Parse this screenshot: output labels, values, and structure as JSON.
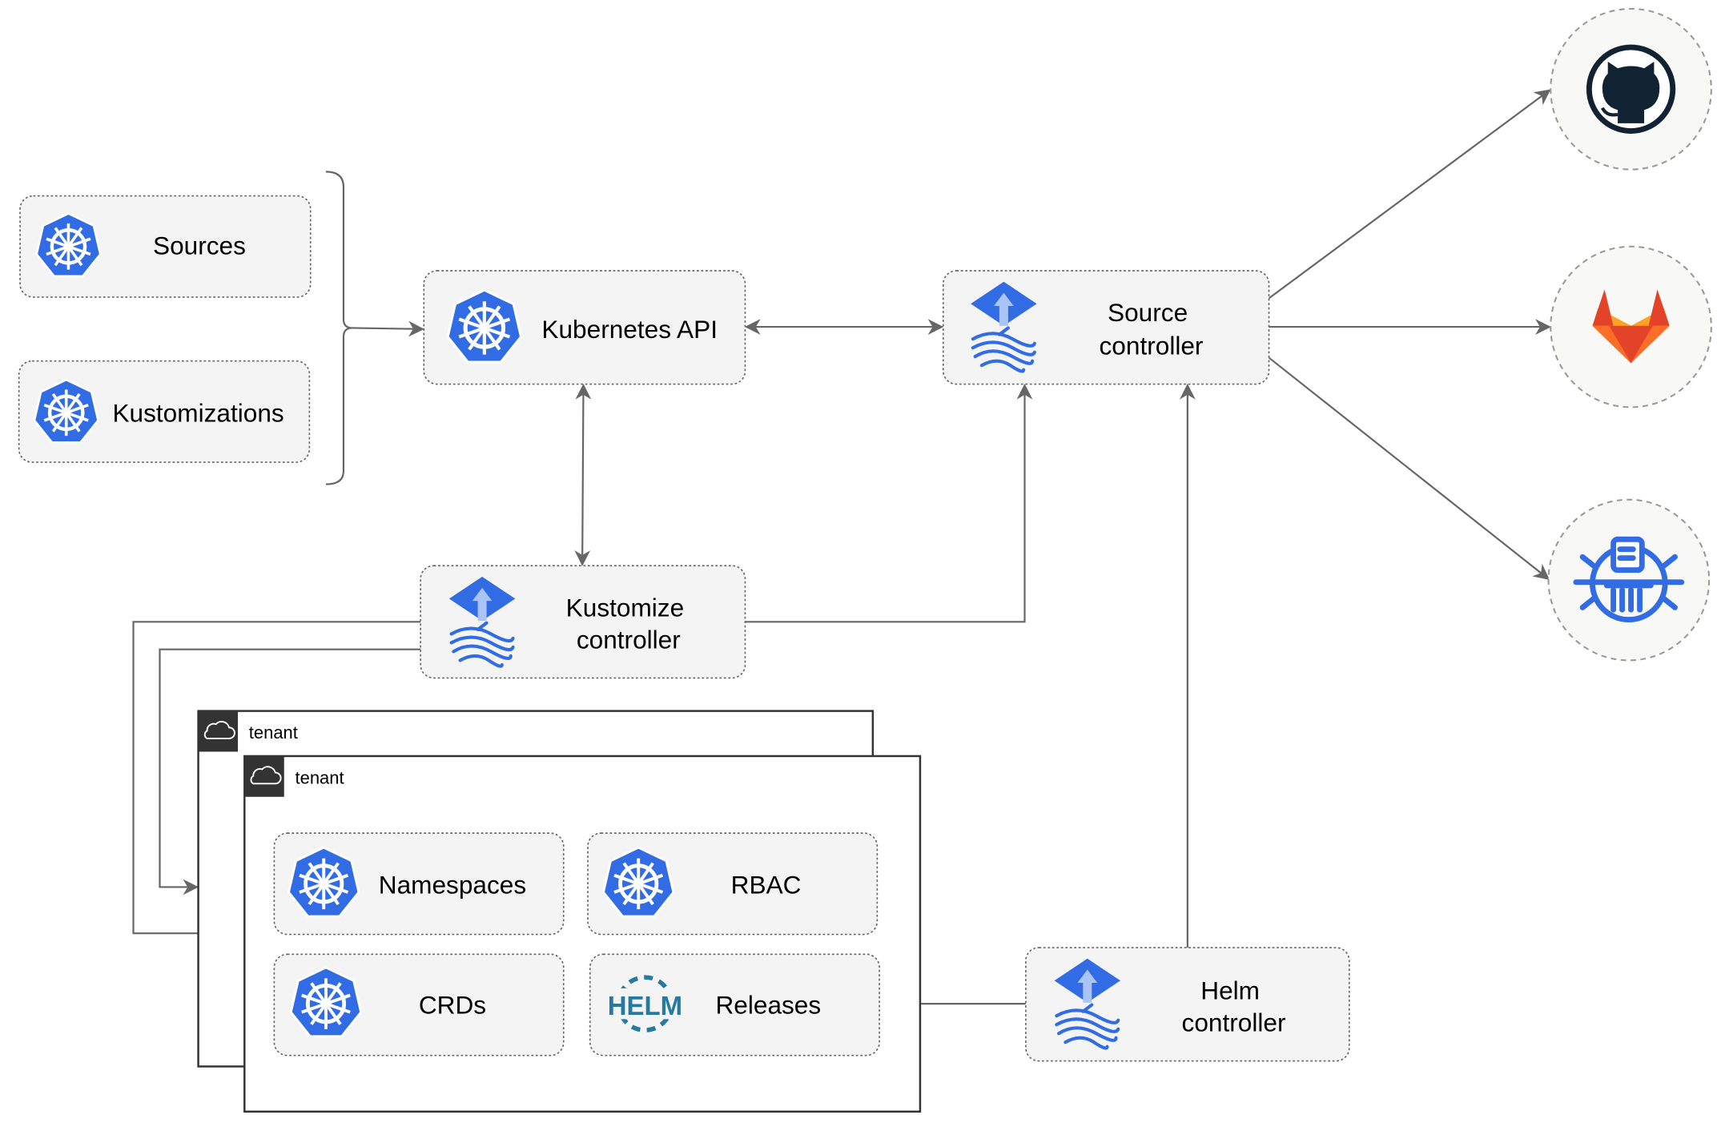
{
  "resources": {
    "sources": "Sources",
    "kustomizations": "Kustomizations"
  },
  "kubernetes_api": "Kubernetes API",
  "source_controller": {
    "line1": "Source",
    "line2": "controller"
  },
  "kustomize_controller": {
    "line1": "Kustomize",
    "line2": "controller"
  },
  "helm_controller": {
    "line1": "Helm",
    "line2": "controller"
  },
  "tenants": [
    {
      "label": "tenant"
    },
    {
      "label": "tenant",
      "items": {
        "namespaces": "Namespaces",
        "rbac": "RBAC",
        "crds": "CRDs",
        "releases": "Releases"
      }
    }
  ],
  "helm_logo_text": "HELM",
  "external_sources": [
    "github-icon",
    "gitlab-icon",
    "harbor-registry-icon"
  ],
  "colors": {
    "kubernetes_blue": "#326ce5",
    "gitlab_orange": "#e24329",
    "github_dark": "#112233",
    "helm_blue": "#277a9f"
  }
}
